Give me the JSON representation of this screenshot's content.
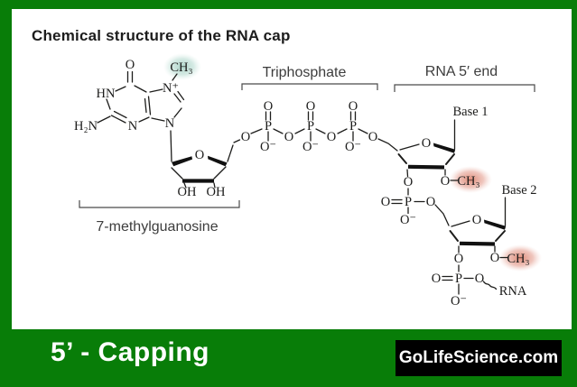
{
  "header": {
    "title": "Chemical structure of the RNA cap"
  },
  "diagram": {
    "sections": {
      "triphosphate": "Triphosphate",
      "rna_5_end": "RNA 5′ end",
      "methylguanosine": "7-methylguanosine"
    },
    "bases": {
      "base1": "Base 1",
      "base2": "Base 2"
    },
    "atoms": {
      "O": "O",
      "P": "P",
      "O_minus": "O⁻",
      "OH": "OH",
      "HN": "HN",
      "H2N": "H₂N",
      "N": "N",
      "N_plus": "N⁺",
      "CH3": "CH₃",
      "RNA": "RNA"
    },
    "colors": {
      "highlight_teal": "#a9d2c6",
      "highlight_red": "#dd8470",
      "bond": "#1d1d1b",
      "frame_green": "#087d08"
    }
  },
  "footer": {
    "title": "5’ - Capping",
    "brand": "GoLifeScience.com"
  }
}
